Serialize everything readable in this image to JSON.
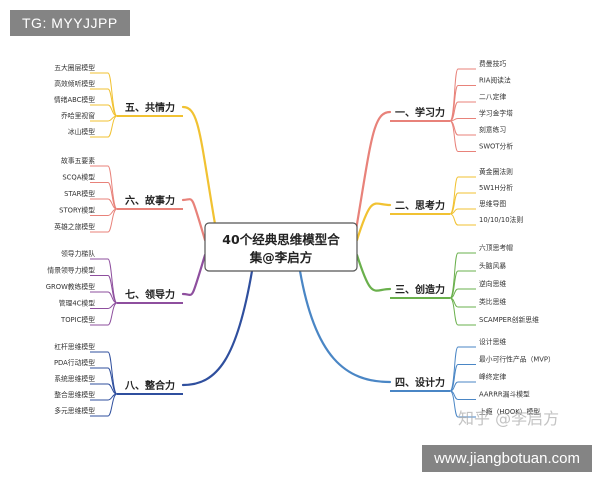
{
  "watermark_top": "TG: MYYJJPP",
  "watermark_bottom": "www.jiangbotuan.com",
  "watermark_zhihu": "知乎 @李启方",
  "center": {
    "line1": "40个经典思维模型合",
    "line2": "集@李启方"
  },
  "branches": [
    {
      "id": "learning",
      "label": "一、学习力",
      "color": "#e8827a",
      "items": [
        "费曼技巧",
        "RIA阅读法",
        "二八定律",
        "学习金字塔",
        "刻意练习",
        "SWOT分析"
      ]
    },
    {
      "id": "thinking",
      "label": "二、思考力",
      "color": "#f1c232",
      "items": [
        "黄金圈法则",
        "5W1H分析",
        "思维导图",
        "10/10/10法则"
      ]
    },
    {
      "id": "creativity",
      "label": "三、创造力",
      "color": "#6ab04c",
      "items": [
        "六顶思考帽",
        "头脑风暴",
        "逆向思维",
        "类比思维",
        "SCAMPER创新思维"
      ]
    },
    {
      "id": "design",
      "label": "四、设计力",
      "color": "#4a86c5",
      "items": [
        "设计思维",
        "最小可行性产品（MVP）",
        "峰终定律",
        "AARRR漏斗模型",
        "上瘾（HOOK）模型"
      ]
    },
    {
      "id": "empathy",
      "label": "五、共情力",
      "color": "#f1c232",
      "items": [
        "五大圈层模型",
        "高效倾听模型",
        "情绪ABC模型",
        "乔哈里视窗",
        "冰山模型"
      ]
    },
    {
      "id": "storytelling",
      "label": "六、故事力",
      "color": "#e8827a",
      "items": [
        "故事五要素",
        "SCQA模型",
        "STAR模型",
        "STORY模型",
        "英雄之旅模型"
      ]
    },
    {
      "id": "leadership",
      "label": "七、领导力",
      "color": "#8e4f9e",
      "items": [
        "领导力梯队",
        "情景领导力模型",
        "GROW教练模型",
        "管理4C模型",
        "TOPIC模型"
      ]
    },
    {
      "id": "integration",
      "label": "八、整合力",
      "color": "#2f4f9e",
      "items": [
        "杠杆思维模型",
        "PDA行动模型",
        "系统思维模型",
        "整合思维模型",
        "多元思维模型"
      ]
    }
  ]
}
